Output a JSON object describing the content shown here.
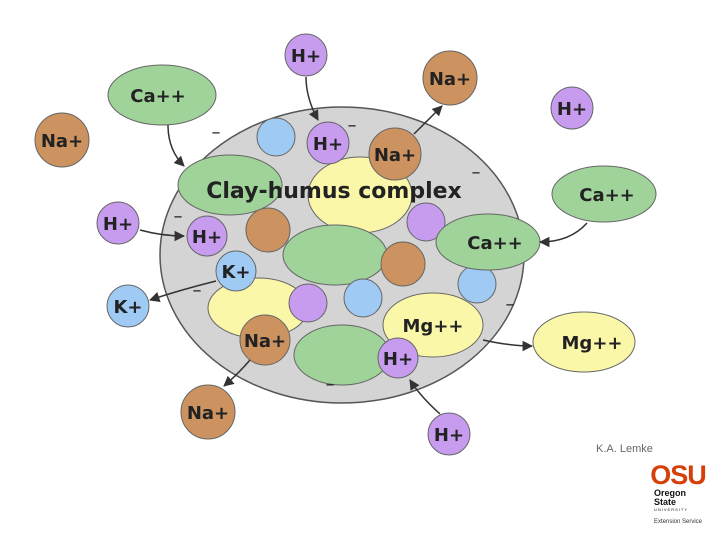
{
  "diagram": {
    "complex_label": "Clay-humus complex",
    "charge_symbol": "–",
    "ions": {
      "h_top": "H+",
      "na_top_right": "Na+",
      "h_right_far": "H+",
      "ca_top_left": "Ca++",
      "na_left": "Na+",
      "h_inner_top": "H+",
      "na_inner_top": "Na+",
      "ca_right": "Ca++",
      "h_left": "H+",
      "h_inner_left": "H+",
      "ca_inner_right": "Ca++",
      "k_inner": "K+",
      "k_out": "K+",
      "mg_inner": "Mg++",
      "mg_out": "Mg++",
      "na_inner_bottom": "Na+",
      "h_inner_bottom": "H+",
      "na_bottom": "Na+",
      "h_bottom": "H+"
    },
    "colors": {
      "complex_fill": "#d4d4d4",
      "green": "#9fd39a",
      "brown": "#cc9260",
      "purple": "#c79cef",
      "blue": "#9ecaf4",
      "yellow": "#fbf7a8"
    }
  },
  "credit": "K.A. Lemke",
  "logo": {
    "mark": "OSU",
    "name_line1": "Oregon State",
    "name_line2": "UNIVERSITY",
    "division": "Extension Service"
  }
}
